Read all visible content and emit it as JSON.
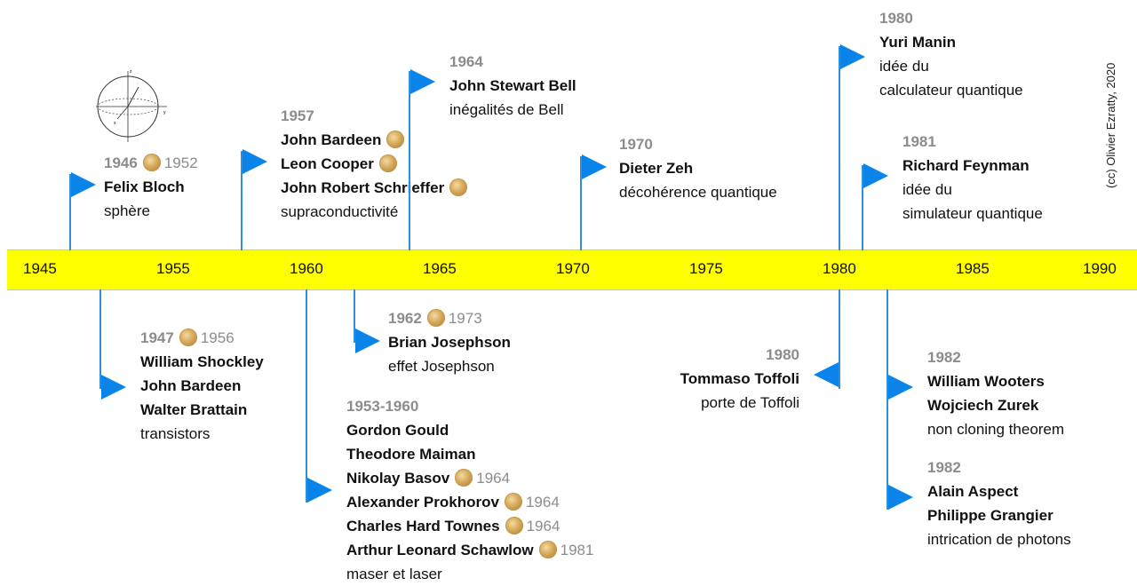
{
  "axis": {
    "ticks": [
      "1945",
      "1955",
      "1960",
      "1965",
      "1970",
      "1975",
      "1980",
      "1985",
      "1990"
    ],
    "color": "#ffff00"
  },
  "flag_color": "#0a84e8",
  "credit": "(cc) Olivier Ezratty, 2020",
  "events": {
    "bloch": {
      "year": "1946",
      "nobel": "1952",
      "names": [
        "Felix Bloch"
      ],
      "desc": "sphère"
    },
    "bcs": {
      "year": "1957",
      "names": [
        "John Bardeen",
        "Leon Cooper",
        "John Robert Schrieffer"
      ],
      "desc": "supraconductivité"
    },
    "bell": {
      "year": "1964",
      "names": [
        "John Stewart Bell"
      ],
      "desc": "inégalités de Bell"
    },
    "zeh": {
      "year": "1970",
      "names": [
        "Dieter Zeh"
      ],
      "desc": "décohérence quantique"
    },
    "manin": {
      "year": "1980",
      "names": [
        "Yuri Manin"
      ],
      "desc_lines": [
        "idée du",
        "calculateur quantique"
      ]
    },
    "feynman": {
      "year": "1981",
      "names": [
        "Richard Feynman"
      ],
      "desc_lines": [
        "idée du",
        "simulateur quantique"
      ]
    },
    "transistor": {
      "year": "1947",
      "nobel": "1956",
      "names": [
        "William Shockley",
        "John Bardeen",
        "Walter Brattain"
      ],
      "desc": "transistors"
    },
    "josephson": {
      "year": "1962",
      "nobel": "1973",
      "names": [
        "Brian Josephson"
      ],
      "desc": "effet Josephson"
    },
    "maser": {
      "year": "1953-1960",
      "names": [
        "Gordon Gould",
        "Theodore Maiman",
        "Nikolay Basov",
        "Alexander Prokhorov",
        "Charles Hard Townes",
        "Arthur Leonard Schawlow"
      ],
      "nobels": [
        "",
        "",
        "1964",
        "1964",
        "1964",
        "1981"
      ],
      "desc": "maser et laser"
    },
    "toffoli": {
      "year": "1980",
      "names": [
        "Tommaso Toffoli"
      ],
      "desc": "porte de Toffoli"
    },
    "wooters": {
      "year": "1982",
      "names": [
        "William Wooters",
        "Wojciech Zurek"
      ],
      "desc": "non cloning theorem"
    },
    "aspect": {
      "year": "1982",
      "names": [
        "Alain Aspect",
        "Philippe Grangier"
      ],
      "desc": "intrication de photons"
    }
  }
}
